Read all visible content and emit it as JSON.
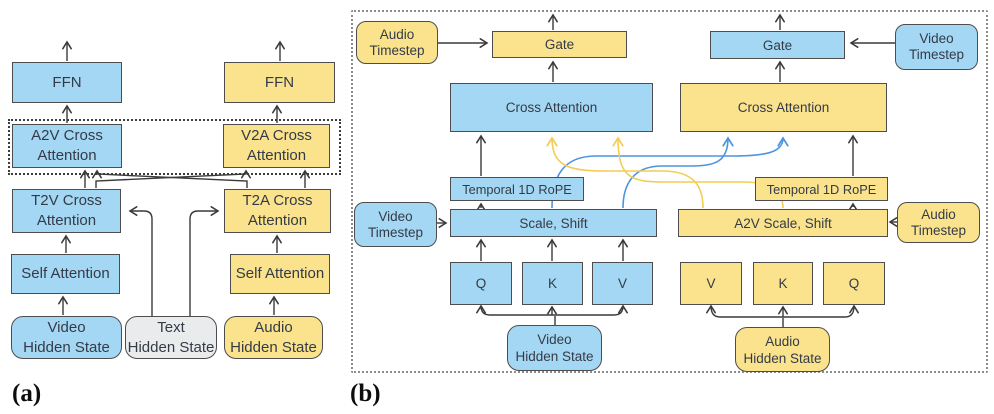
{
  "figure": {
    "type": "architecture-diagram",
    "description_visible_text_only": true
  },
  "colors": {
    "video_fill": "#A4D7F4",
    "audio_fill": "#FAE38C",
    "text_fill": "#E9EBEC",
    "box_border": "#4d4d4d",
    "black_arrow": "#3a3a3a",
    "video_arrow": "#4D94DF",
    "audio_arrow": "#F3CC55"
  },
  "panel_a": {
    "label": "(a)",
    "video": {
      "ffn": "FFN",
      "a2v_cross_attention": [
        "A2V Cross",
        "Attention"
      ],
      "t2v_cross_attention": [
        "T2V Cross",
        "Attention"
      ],
      "self_attention": "Self Attention",
      "hidden_state": [
        "Video",
        "Hidden State"
      ]
    },
    "audio": {
      "ffn": "FFN",
      "v2a_cross_attention": [
        "V2A Cross",
        "Attention"
      ],
      "t2a_cross_attention": [
        "T2A Cross",
        "Attention"
      ],
      "self_attention": "Self Attention",
      "hidden_state": [
        "Audio",
        "Hidden State"
      ]
    },
    "text_hidden_state": [
      "Text",
      "Hidden State"
    ]
  },
  "panel_b": {
    "label": "(b)",
    "top_left_timestep": [
      "Audio",
      "Timestep"
    ],
    "top_right_timestep": [
      "Video",
      "Timestep"
    ],
    "left_gate": "Gate",
    "right_gate": "Gate",
    "video_branch": {
      "cross_attention": "Cross Attention",
      "rope": "Temporal 1D RoPE",
      "scale_shift": "Scale, Shift",
      "q": "Q",
      "k": "K",
      "v": "V",
      "hidden_state": [
        "Video",
        "Hidden State"
      ],
      "timestep": [
        "Video",
        "Timestep"
      ]
    },
    "audio_branch": {
      "cross_attention": "Cross Attention",
      "rope": "Temporal 1D RoPE",
      "scale_shift": "A2V Scale, Shift",
      "q": "Q",
      "k": "K",
      "v": "V",
      "hidden_state": [
        "Audio",
        "Hidden State"
      ],
      "timestep": [
        "Audio",
        "Timestep"
      ]
    }
  }
}
